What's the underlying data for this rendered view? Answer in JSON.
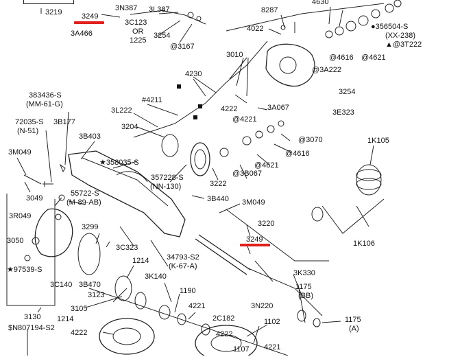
{
  "diagram": {
    "accent_color": "#e0201c",
    "line_color": "#222222",
    "labels": {
      "p3219": "3219",
      "p3249_top": "3249",
      "p3A466": "3A466",
      "p3N387": "3N387",
      "p3L387": "3L387",
      "p3C123": "3C123",
      "or": "OR",
      "p1225": "1225",
      "p3254_a": "3254",
      "p3167": "@3167",
      "p8287": "8287",
      "p4022": "4022",
      "p4630": "4630",
      "p356504": "●356504-S",
      "xx238": "(XX-238)",
      "p3T222": "▲@3T222",
      "p3010": "3010",
      "p4616_a": "@4616",
      "p4621_a": "@4621",
      "p3A222": "@3A222",
      "p3254_b": "3254",
      "p3E323": "3E323",
      "p4230": "4230",
      "p4222_a": "4222",
      "p3A067": "3A067",
      "p4221_a": "@4221",
      "p383436": "383436-S",
      "mm61g": "(MM-61-G)",
      "p72035": "72035-S",
      "n51": "(N-51)",
      "p3B177": "3B177",
      "p4211": "#4211",
      "p3L222": "3L222",
      "p3204": "3204",
      "p3B403": "3B403",
      "p358035": "★358035-S",
      "p3070": "@3070",
      "p4616_b": "@4616",
      "p4621_b": "@4621",
      "p1K105": "1K105",
      "p3M049_a": "3M049",
      "p357228": "357228-S",
      "nn130": "(NN-130)",
      "p3222": "3222",
      "p3B067": "@3B067",
      "p55722": "55722-S",
      "m89ab": "(M-89-AB)",
      "p3049": "3049",
      "p3B440": "3B440",
      "p3M049_b": "3M049",
      "p3R049": "3R049",
      "p3299": "3299",
      "p3220": "3220",
      "p1K106": "1K106",
      "p3050": "3050",
      "p3C323": "3C323",
      "p3249_bot": "3249",
      "p97539": "★97539-S",
      "p34793": "34793-S2",
      "k67a": "(K-67-A)",
      "p1214_a": "1214",
      "p3C140": "3C140",
      "p3B470": "3B470",
      "p3K140": "3K140",
      "p3K330": "3K330",
      "p1175_a": "1175",
      "bb": "(BB)",
      "p3123": "3123",
      "p1190": "1190",
      "p3N220": "3N220",
      "p3105": "3105",
      "p4221_b": "4221",
      "p3130": "3130",
      "p1214_b": "1214",
      "p2C182": "2C182",
      "p1175_b": "1175",
      "a": "(A)",
      "pN807194": "$N807194-S2",
      "p4222_b": "4222",
      "p1102": "1102",
      "p4222_c": "4222",
      "p4221_c": "4221",
      "p1107": "1107"
    }
  }
}
